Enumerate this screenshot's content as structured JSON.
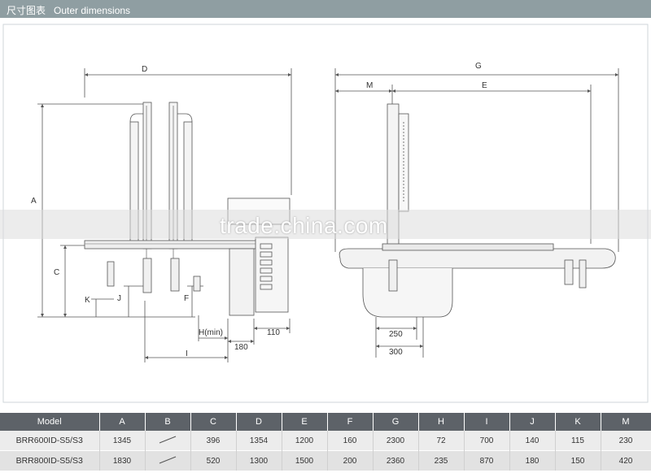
{
  "header": {
    "title": "尺寸图表   Outer dimensions"
  },
  "watermark": "trade.china.com",
  "labels": {
    "left_view": {
      "D": "D",
      "A": "A",
      "C": "C",
      "J": "J",
      "K": "K",
      "F": "F",
      "H": "H(min)",
      "I": "I",
      "n180": "180",
      "n110": "110"
    },
    "right_view": {
      "G": "G",
      "M": "M",
      "E": "E",
      "n250": "250",
      "n300": "300"
    }
  },
  "table": {
    "headers": [
      "Model",
      "A",
      "B",
      "C",
      "D",
      "E",
      "F",
      "G",
      "H",
      "I",
      "J",
      "K",
      "M"
    ],
    "rows": [
      {
        "model": "BRR600ID-S5/S3",
        "values": [
          "1345",
          "",
          "396",
          "1354",
          "1200",
          "160",
          "2300",
          "72",
          "700",
          "140",
          "115",
          "230"
        ]
      },
      {
        "model": "BRR800ID-S5/S3",
        "values": [
          "1830",
          "",
          "520",
          "1300",
          "1500",
          "200",
          "2360",
          "235",
          "870",
          "180",
          "150",
          "420"
        ]
      }
    ]
  }
}
